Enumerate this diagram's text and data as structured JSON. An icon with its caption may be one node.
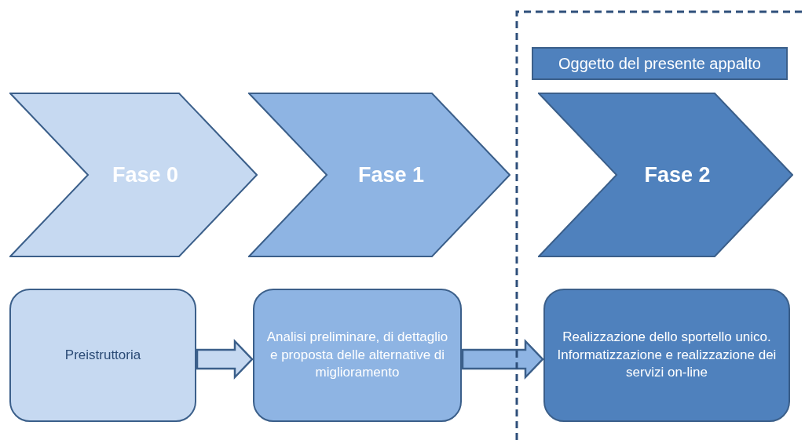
{
  "diagram": {
    "nodes": [
      {
        "text": [
          "Fase 0"
        ]
      },
      {
        "text": [
          "Fase 1"
        ]
      },
      {
        "text": [
          "Oggetto del presente appalto"
        ]
      },
      {
        "text": [
          "Fase 2"
        ]
      },
      {
        "text": [
          "Preistruttoria"
        ]
      },
      {
        "text": [
          "Analisi preliminare, di dettaglio e proposta delle alternative di miglioramento"
        ]
      },
      {
        "text": [
          "Realizzazione dello sportello unico. Informatizzazione e realizzazione dei servizi on-line"
        ]
      }
    ],
    "edges": [
      {
        "from": 4,
        "to": 5,
        "arrow": "to"
      },
      {
        "from": 5,
        "to": 6,
        "arrow": "to"
      }
    ]
  }
}
